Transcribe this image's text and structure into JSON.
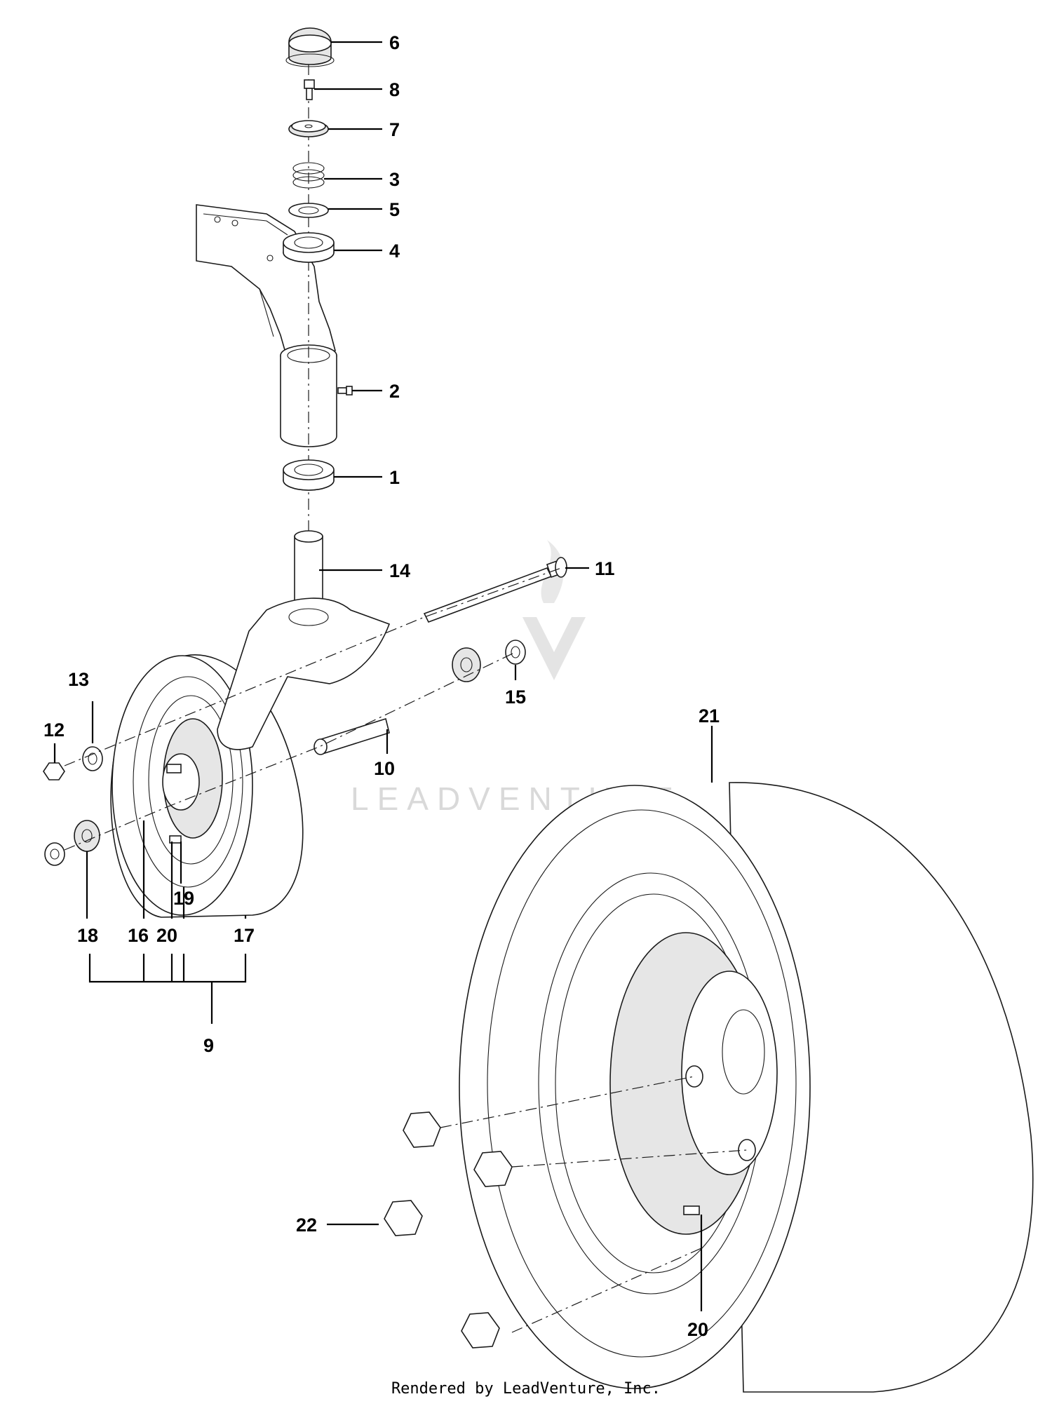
{
  "diagram": {
    "callouts": {
      "c1": "1",
      "c2": "2",
      "c3": "3",
      "c4": "4",
      "c5": "5",
      "c6": "6",
      "c7": "7",
      "c8": "8",
      "c9": "9",
      "c10": "10",
      "c11": "11",
      "c12": "12",
      "c13": "13",
      "c14": "14",
      "c15": "15",
      "c16": "16",
      "c17": "17",
      "c18": "18",
      "c19": "19",
      "c20a": "20",
      "c20b": "20",
      "c21": "21",
      "c22": "22"
    },
    "watermark": "LEADVENTURE",
    "footer": "Rendered by LeadVenture, Inc."
  },
  "colors": {
    "ink": "#000000",
    "watermark": "#d9d9d9",
    "background": "#ffffff"
  }
}
